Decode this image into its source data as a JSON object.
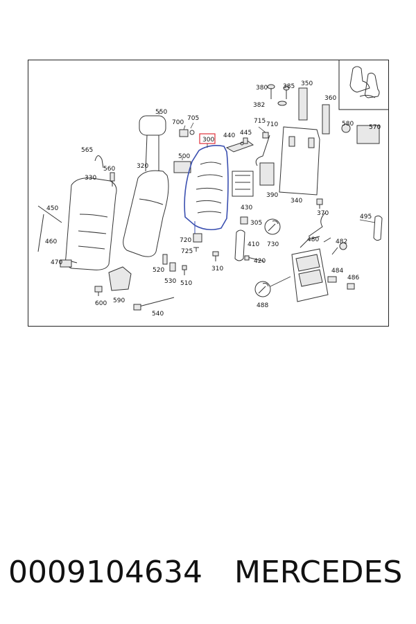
{
  "diagram": {
    "highlighted_part": "300",
    "labels": [
      {
        "id": "550",
        "text": "550"
      },
      {
        "id": "700",
        "text": "700"
      },
      {
        "id": "705",
        "text": "705"
      },
      {
        "id": "300",
        "text": "300"
      },
      {
        "id": "440",
        "text": "440"
      },
      {
        "id": "445",
        "text": "445"
      },
      {
        "id": "715",
        "text": "715"
      },
      {
        "id": "710",
        "text": "710"
      },
      {
        "id": "380",
        "text": "380"
      },
      {
        "id": "385",
        "text": "385"
      },
      {
        "id": "350",
        "text": "350"
      },
      {
        "id": "382",
        "text": "382"
      },
      {
        "id": "360",
        "text": "360"
      },
      {
        "id": "580",
        "text": "580"
      },
      {
        "id": "570",
        "text": "570"
      },
      {
        "id": "565",
        "text": "565"
      },
      {
        "id": "500",
        "text": "500"
      },
      {
        "id": "560",
        "text": "560"
      },
      {
        "id": "320",
        "text": "320"
      },
      {
        "id": "330",
        "text": "330"
      },
      {
        "id": "390",
        "text": "390"
      },
      {
        "id": "340",
        "text": "340"
      },
      {
        "id": "430",
        "text": "430"
      },
      {
        "id": "370",
        "text": "370"
      },
      {
        "id": "450",
        "text": "450"
      },
      {
        "id": "495",
        "text": "495"
      },
      {
        "id": "305",
        "text": "305"
      },
      {
        "id": "720",
        "text": "720"
      },
      {
        "id": "460",
        "text": "460"
      },
      {
        "id": "410",
        "text": "410"
      },
      {
        "id": "730",
        "text": "730"
      },
      {
        "id": "480",
        "text": "480"
      },
      {
        "id": "482",
        "text": "482"
      },
      {
        "id": "725",
        "text": "725"
      },
      {
        "id": "310",
        "text": "310"
      },
      {
        "id": "470",
        "text": "470"
      },
      {
        "id": "520",
        "text": "520"
      },
      {
        "id": "420",
        "text": "420"
      },
      {
        "id": "484",
        "text": "484"
      },
      {
        "id": "530",
        "text": "530"
      },
      {
        "id": "510",
        "text": "510"
      },
      {
        "id": "486",
        "text": "486"
      },
      {
        "id": "600",
        "text": "600"
      },
      {
        "id": "590",
        "text": "590"
      },
      {
        "id": "488",
        "text": "488"
      },
      {
        "id": "540",
        "text": "540"
      }
    ]
  },
  "footer": {
    "part_number": "0009104634",
    "brand": "MERCEDES"
  },
  "colors": {
    "highlight": "#e0303a",
    "callout": "#3a4fb0",
    "line": "#333333"
  }
}
